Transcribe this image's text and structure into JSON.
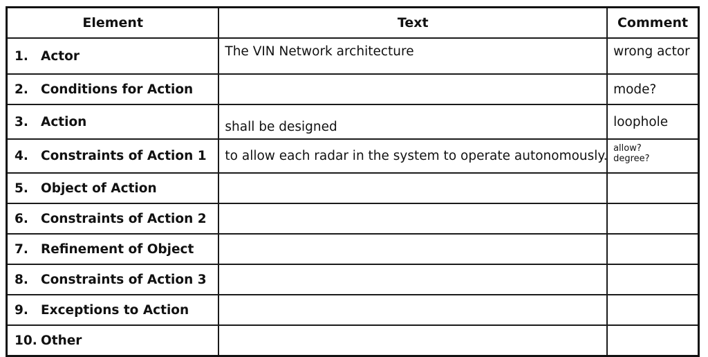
{
  "headers": {
    "element": "Element",
    "text": "Text",
    "comment": "Comment"
  },
  "rows": [
    {
      "num": "1.",
      "element": "Actor",
      "text": "The VIN Network architecture",
      "comment": "wrong actor"
    },
    {
      "num": "2.",
      "element": "Conditions for Action",
      "text": "",
      "comment": "mode?"
    },
    {
      "num": "3.",
      "element": "Action",
      "text": "shall be designed",
      "comment": "loophole"
    },
    {
      "num": "4.",
      "element": "Constraints of Action 1",
      "text": "to allow each radar in the system to operate autonomously.",
      "comment_line1": "allow?",
      "comment_line2": "degree?"
    },
    {
      "num": "5.",
      "element": "Object of Action",
      "text": "",
      "comment": ""
    },
    {
      "num": "6.",
      "element": "Constraints of Action 2",
      "text": "",
      "comment": ""
    },
    {
      "num": "7.",
      "element": "Refinement of Object",
      "text": "",
      "comment": ""
    },
    {
      "num": "8.",
      "element": "Constraints of Action 3",
      "text": "",
      "comment": ""
    },
    {
      "num": "9.",
      "element": "Exceptions to Action",
      "text": "",
      "comment": ""
    },
    {
      "num": "10.",
      "element": "Other",
      "text": "",
      "comment": ""
    }
  ]
}
